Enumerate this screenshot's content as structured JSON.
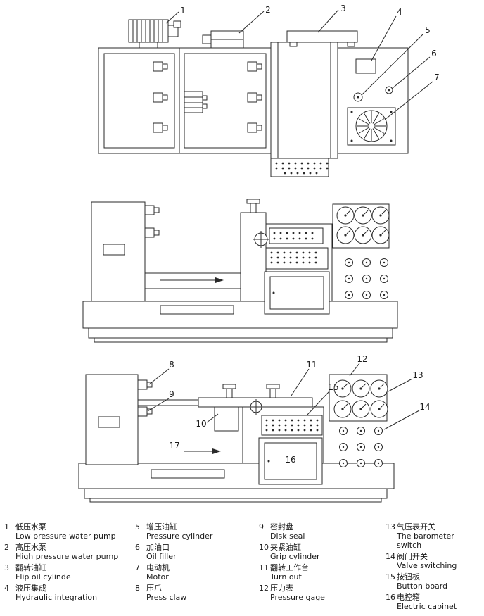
{
  "drawing": {
    "views": {
      "top": {
        "name": "top view",
        "callouts": [
          "1",
          "2",
          "3",
          "4",
          "5",
          "6",
          "7"
        ]
      },
      "front": {
        "name": "front view",
        "callouts": []
      },
      "side": {
        "name": "side view",
        "callouts": [
          "8",
          "9",
          "10",
          "11",
          "12",
          "13",
          "14",
          "15",
          "16",
          "17"
        ]
      }
    }
  },
  "legend": {
    "items": [
      {
        "num": "1",
        "zh": "低压水泵",
        "en": "Low pressure water pump"
      },
      {
        "num": "2",
        "zh": "高压水泵",
        "en": "High pressure water pump"
      },
      {
        "num": "3",
        "zh": "翻转油缸",
        "en": "Flip oil cylinde"
      },
      {
        "num": "4",
        "zh": "液压集成",
        "en": "Hydraulic integration"
      },
      {
        "num": "5",
        "zh": "增压油缸",
        "en": "Pressure cylinder"
      },
      {
        "num": "6",
        "zh": "加油口",
        "en": "Oil filler"
      },
      {
        "num": "7",
        "zh": "电动机",
        "en": "Motor"
      },
      {
        "num": "8",
        "zh": "压爪",
        "en": "Press claw"
      },
      {
        "num": "9",
        "zh": "密封盘",
        "en": "Disk seal"
      },
      {
        "num": "10",
        "zh": "夹紧油缸",
        "en": "Grip cylinder"
      },
      {
        "num": "11",
        "zh": "翻转工作台",
        "en": "Turn out"
      },
      {
        "num": "12",
        "zh": "压力表",
        "en": "Pressure gage"
      },
      {
        "num": "13",
        "zh": "气压表开关",
        "en": "The barometer switch"
      },
      {
        "num": "14",
        "zh": "阀门开关",
        "en": "Valve switching"
      },
      {
        "num": "15",
        "zh": "按钮板",
        "en": "Button board"
      },
      {
        "num": "16",
        "zh": "电控箱",
        "en": "Electric cabinet"
      }
    ]
  },
  "colors": {
    "line": "#2a2a2a",
    "text": "#1a1a1a",
    "background": "#ffffff"
  }
}
